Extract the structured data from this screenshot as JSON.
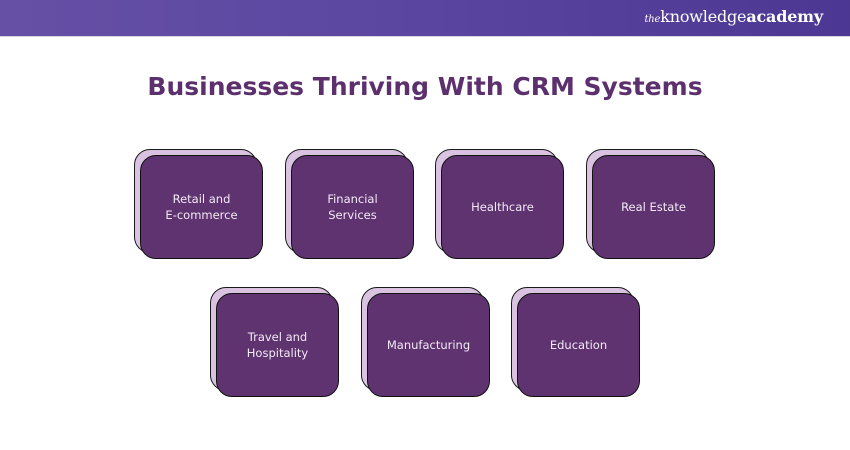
{
  "header": {
    "logo": {
      "prefix": "the",
      "part1": "knowledge",
      "part2": "academy"
    }
  },
  "title": "Businesses Thriving With CRM Systems",
  "colors": {
    "header_gradient_start": "#6650a6",
    "header_gradient_end": "#4c3893",
    "title": "#5c2f6d",
    "card_front": "#5f3370",
    "card_back": "#d9c3e0",
    "card_text": "#f2eaf5"
  },
  "industries": [
    {
      "label": "Retail and\nE-commerce"
    },
    {
      "label": "Financial\nServices"
    },
    {
      "label": "Healthcare"
    },
    {
      "label": "Real Estate"
    },
    {
      "label": "Travel and\nHospitality"
    },
    {
      "label": "Manufacturing"
    },
    {
      "label": "Education"
    }
  ]
}
